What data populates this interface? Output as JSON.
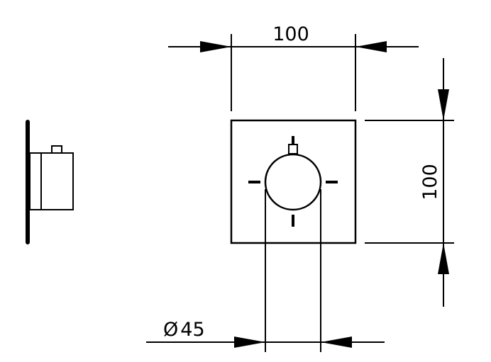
{
  "diagram": {
    "dimensions": {
      "width": "100",
      "height": "100",
      "diameter_symbol": "Ø",
      "diameter": "45"
    }
  }
}
